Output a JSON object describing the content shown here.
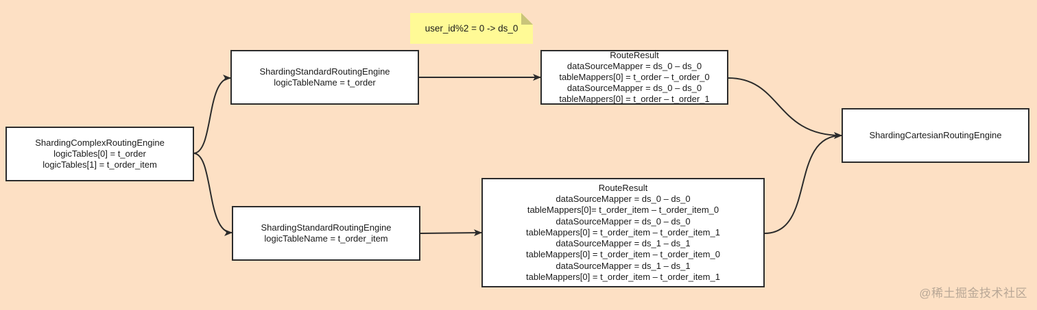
{
  "note": {
    "text": "user_id%2 = 0 -> ds_0"
  },
  "nodes": {
    "complex": {
      "lines": [
        "ShardingComplexRoutingEngine",
        "logicTables[0] = t_order",
        "logicTables[1] = t_order_item"
      ]
    },
    "standard_order": {
      "lines": [
        "ShardingStandardRoutingEngine",
        "logicTableName = t_order"
      ]
    },
    "standard_order_item": {
      "lines": [
        "ShardingStandardRoutingEngine",
        "logicTableName = t_order_item"
      ]
    },
    "result_order": {
      "lines": [
        "RouteResult",
        "dataSourceMapper = ds_0 – ds_0",
        "tableMappers[0] = t_order – t_order_0",
        "dataSourceMapper = ds_0 – ds_0",
        "tableMappers[0] = t_order – t_order_1"
      ]
    },
    "result_order_item": {
      "lines": [
        "RouteResult",
        "dataSourceMapper = ds_0 – ds_0",
        "tableMappers[0]= t_order_item – t_order_item_0",
        "dataSourceMapper = ds_0 – ds_0",
        "tableMappers[0] = t_order_item – t_order_item_1",
        "dataSourceMapper = ds_1 – ds_1",
        "tableMappers[0] = t_order_item – t_order_item_0",
        "dataSourceMapper = ds_1 – ds_1",
        "tableMappers[0] = t_order_item – t_order_item_1"
      ]
    },
    "cartesian": {
      "lines": [
        "ShardingCartesianRoutingEngine"
      ]
    }
  },
  "watermark": "@稀土掘金技术社区",
  "colors": {
    "background": "#fde0c4",
    "node_fill": "#ffffff",
    "node_border": "#2b2b2b",
    "note_fill": "#fffa96"
  }
}
